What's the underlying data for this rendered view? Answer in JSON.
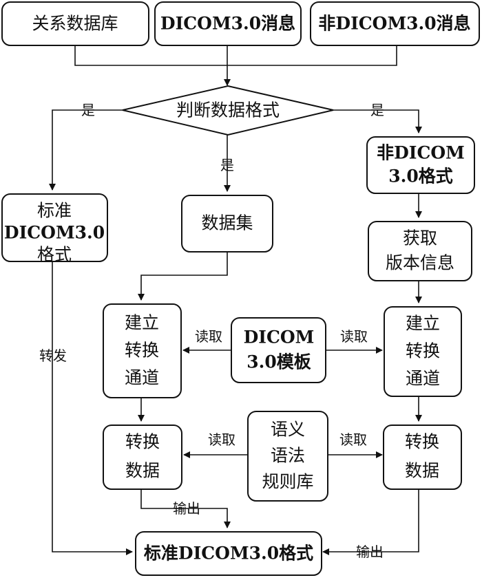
{
  "nodes": {
    "relational_db": "关系数据库",
    "dicom_msg": "DICOM3.0消息",
    "non_dicom_msg": "非DICOM3.0消息",
    "judge_format": "判断数据格式",
    "standard_dicom_left": [
      "标准",
      "DICOM3.0",
      "格式"
    ],
    "dataset": "数据集",
    "non_dicom_format": [
      "非DICOM",
      "3.0格式"
    ],
    "get_version": [
      "获取",
      "版本信息"
    ],
    "build_channel_left": [
      "建立",
      "转换",
      "通道"
    ],
    "dicom_template": [
      "DICOM",
      "3.0模板"
    ],
    "build_channel_right": [
      "建立",
      "转换",
      "通道"
    ],
    "convert_left": [
      "转换",
      "数据"
    ],
    "semantic_rules": [
      "语义",
      "语法",
      "规则库"
    ],
    "convert_right": [
      "转换",
      "数据"
    ],
    "standard_dicom_output": "标准DICOM3.0格式"
  },
  "edge_labels": {
    "yes_left": "是",
    "yes_mid": "是",
    "yes_right": "是",
    "forward": "转发",
    "read_tpl_left": "读取",
    "read_tpl_right": "读取",
    "read_rules_left": "读取",
    "read_rules_right": "读取",
    "output_left": "输出",
    "output_right": "输出"
  }
}
